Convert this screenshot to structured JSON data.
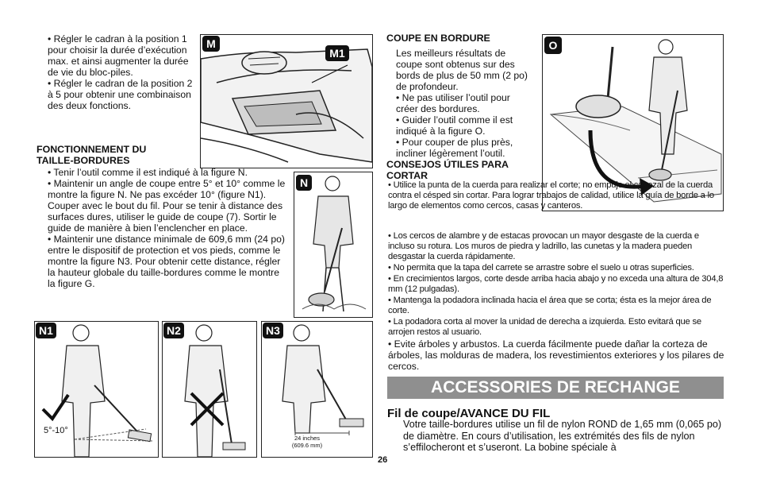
{
  "left": {
    "dial_bullets": [
      "• Régler le cadran à la position 1 pour choisir la durée d’exécution max. et ainsi augmenter la durée de vie du bloc-piles.",
      "• Régler le cadran de la position 2 à 5 pour obtenir une combinaison des deux fonctions."
    ],
    "section_title": "FONCTIONNEMENT DU TAILLE-BORDURES",
    "section_bullets": [
      "• Tenir l’outil comme il est indiqué à la figure N.",
      "• Maintenir un angle de coupe entre 5° et 10° comme le montre la figure N. Ne pas excéder 10° (figure N1). Couper avec le bout du fil. Pour se tenir à distance des surfaces dures, utiliser le guide de coupe (7). Sortir le guide de manière à bien l’enclencher en place.",
      "• Maintenir une distance minimale de 609,6 mm (24 po) entre le dispositif de protection et vos pieds, comme le montre la figure N3. Pour obtenir cette distance, régler la hauteur globale du taille-bordures comme le montre la figure G."
    ]
  },
  "figures": {
    "M": "M",
    "M1": "M1",
    "N": "N",
    "N1": "N1",
    "N2": "N2",
    "N3": "N3",
    "O": "O",
    "angle_label": "5°-10°",
    "dist_label_1": "24 inches",
    "dist_label_2": "(609.6 mm)"
  },
  "right": {
    "edging_title": "COUPE EN BORDURE",
    "edging_text": "Les meilleurs résultats de coupe sont obtenus sur des bords de plus de 50 mm (2 po) de profondeur.",
    "edging_bullets": [
      "• Ne pas utiliser l’outil pour créer des bordures.",
      "• Guider l’outil comme il est indiqué à la figure O.",
      "• Pour couper de plus près, incliner légèrement l’outil."
    ],
    "tips_title": "CONSEJOS ÚTILES PARA CORTAR",
    "tips_first": "• Utilice la punta de la cuerda para realizar el corte; no empuje el cabezal de la cuerda contra el césped sin cortar. Para lograr trabajos de calidad, utilice la guía de borde a lo largo de elementos como cercos, casas y canteros.",
    "tips_bullets": [
      "• Los cercos de alambre y de estacas provocan un mayor desgaste de la cuerda e incluso su rotura. Los muros de piedra y ladrillo, las cunetas y la madera pueden desgastar la cuerda rápidamente.",
      "• No permita que la tapa del carrete se arrastre sobre el suelo u otras superficies.",
      "• En crecimientos largos, corte desde arriba hacia abajo y no exceda una altura de 304,8 mm (12 pulgadas).",
      "• Mantenga la podadora inclinada hacia el área que se corta; ésta es la mejor área de corte.",
      "• La podadora corta al mover la unidad de derecha a izquierda. Esto evitará que se arrojen restos al usuario."
    ],
    "tips_last": "• Evite árboles y arbustos. La cuerda fácilmente puede dañar la corteza de árboles, las molduras de madera, los revestimientos exteriores y los pilares de cercos.",
    "banner": "ACCESSORIES DE RECHANGE",
    "subheading": "Fil de coupe/AVANCE DU FIL",
    "body": "Votre taille-bordures utilise un fil de nylon ROND de 1,65 mm (0,065 po) de diamètre. En cours d’utilisation, les extrémités des fils de nylon s’effilocheront et s’useront. La bobine spéciale à"
  },
  "page_number": "26"
}
